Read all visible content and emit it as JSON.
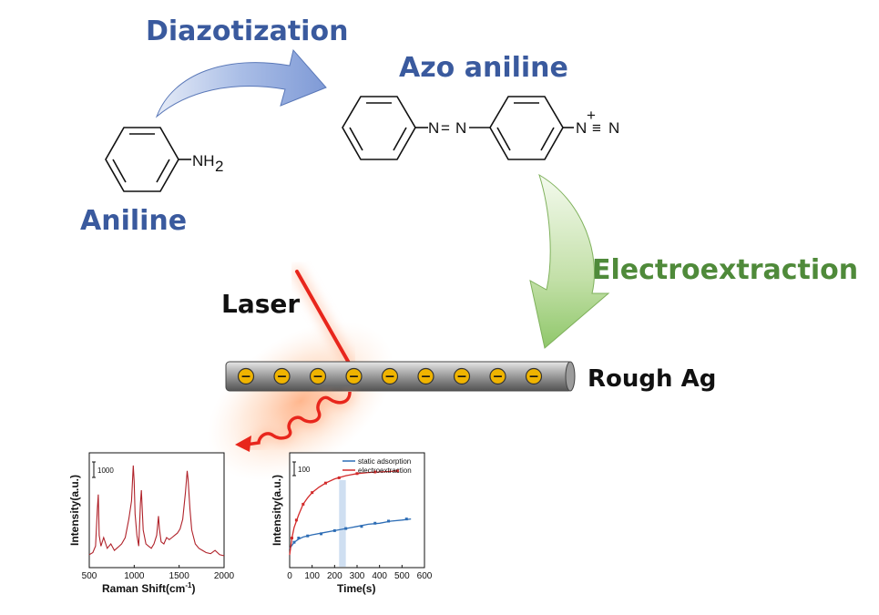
{
  "labels": {
    "diazotization": "Diazotization",
    "azo_aniline": "Azo aniline",
    "aniline": "Aniline",
    "electroextraction": "Electroextraction",
    "laser": "Laser",
    "rough_ag": "Rough Ag"
  },
  "chemistry": {
    "amine_group": "NH",
    "amine_subscript": "2",
    "azo_bond_n1": "N",
    "azo_bond_eq": "=",
    "azo_bond_n2": "N",
    "diazonium_n": "N",
    "diazonium_plus": "+",
    "diazonium_triple": "≡",
    "diazonium_n2": "N"
  },
  "colors": {
    "blue_label": "#3a5a9e",
    "green_label": "#4f8a3a",
    "laser": "#e8261c",
    "electrode_charge": "#f0b400"
  },
  "electrode": {
    "charge_symbol": "−",
    "charge_count": 9
  },
  "chart_data": [
    {
      "type": "line",
      "xlabel": "Raman Shift(cm-1)",
      "xlabel_main": "Raman Shift(cm",
      "xlabel_sup": "-1",
      "xlabel_close": ")",
      "ylabel": "Intensity(a.u.)",
      "scale_bar": "1000",
      "xlim": [
        500,
        2000
      ],
      "xticks": [
        "500",
        "1000",
        "1500",
        "2000"
      ],
      "series": [
        {
          "color": "#b0222a",
          "x": [
            500,
            540,
            570,
            590,
            600,
            610,
            630,
            660,
            700,
            740,
            780,
            820,
            860,
            900,
            940,
            970,
            990,
            1000,
            1010,
            1030,
            1050,
            1070,
            1080,
            1100,
            1130,
            1160,
            1190,
            1220,
            1250,
            1270,
            1280,
            1300,
            1330,
            1360,
            1390,
            1420,
            1450,
            1480,
            1510,
            1540,
            1570,
            1590,
            1600,
            1620,
            1640,
            1680,
            1720,
            1760,
            1800,
            1850,
            1900,
            1950,
            2000
          ],
          "y": [
            0.12,
            0.14,
            0.2,
            0.55,
            0.68,
            0.3,
            0.2,
            0.28,
            0.18,
            0.22,
            0.16,
            0.19,
            0.22,
            0.28,
            0.45,
            0.62,
            0.95,
            0.8,
            0.5,
            0.3,
            0.2,
            0.6,
            0.72,
            0.35,
            0.22,
            0.2,
            0.18,
            0.22,
            0.3,
            0.48,
            0.36,
            0.24,
            0.22,
            0.28,
            0.26,
            0.28,
            0.3,
            0.32,
            0.36,
            0.45,
            0.7,
            0.9,
            0.82,
            0.55,
            0.35,
            0.22,
            0.18,
            0.16,
            0.14,
            0.13,
            0.16,
            0.12,
            0.11
          ]
        }
      ]
    },
    {
      "type": "line",
      "xlabel": "Time(s)",
      "ylabel": "Intensity(a.u.)",
      "scale_bar": "100",
      "xlim": [
        0,
        600
      ],
      "xticks": [
        "0",
        "100",
        "200",
        "300",
        "400",
        "500",
        "600"
      ],
      "highlight_x": [
        220,
        250
      ],
      "legend_position": "top-right",
      "series": [
        {
          "name": "static adsorption",
          "color": "#2d6db5",
          "x": [
            0,
            20,
            40,
            60,
            100,
            150,
            200,
            250,
            300,
            350,
            400,
            450,
            500,
            540
          ],
          "y": [
            0.18,
            0.24,
            0.27,
            0.29,
            0.31,
            0.33,
            0.35,
            0.37,
            0.39,
            0.41,
            0.42,
            0.44,
            0.45,
            0.46
          ],
          "markers_x": [
            20,
            40,
            80,
            140,
            200,
            250,
            320,
            380,
            440,
            520
          ],
          "markers_y": [
            0.24,
            0.28,
            0.3,
            0.32,
            0.35,
            0.37,
            0.39,
            0.42,
            0.44,
            0.46
          ]
        },
        {
          "name": "electroextraction",
          "color": "#d22a2a",
          "x": [
            0,
            10,
            20,
            40,
            60,
            80,
            100,
            130,
            160,
            200,
            250,
            300,
            350,
            400,
            450,
            480
          ],
          "y": [
            0.12,
            0.28,
            0.38,
            0.5,
            0.6,
            0.66,
            0.71,
            0.76,
            0.8,
            0.84,
            0.87,
            0.89,
            0.9,
            0.905,
            0.91,
            0.915
          ],
          "markers_x": [
            10,
            30,
            60,
            100,
            160,
            220,
            300,
            380,
            480
          ],
          "markers_y": [
            0.28,
            0.45,
            0.6,
            0.71,
            0.8,
            0.85,
            0.89,
            0.905,
            0.915
          ]
        }
      ]
    }
  ]
}
